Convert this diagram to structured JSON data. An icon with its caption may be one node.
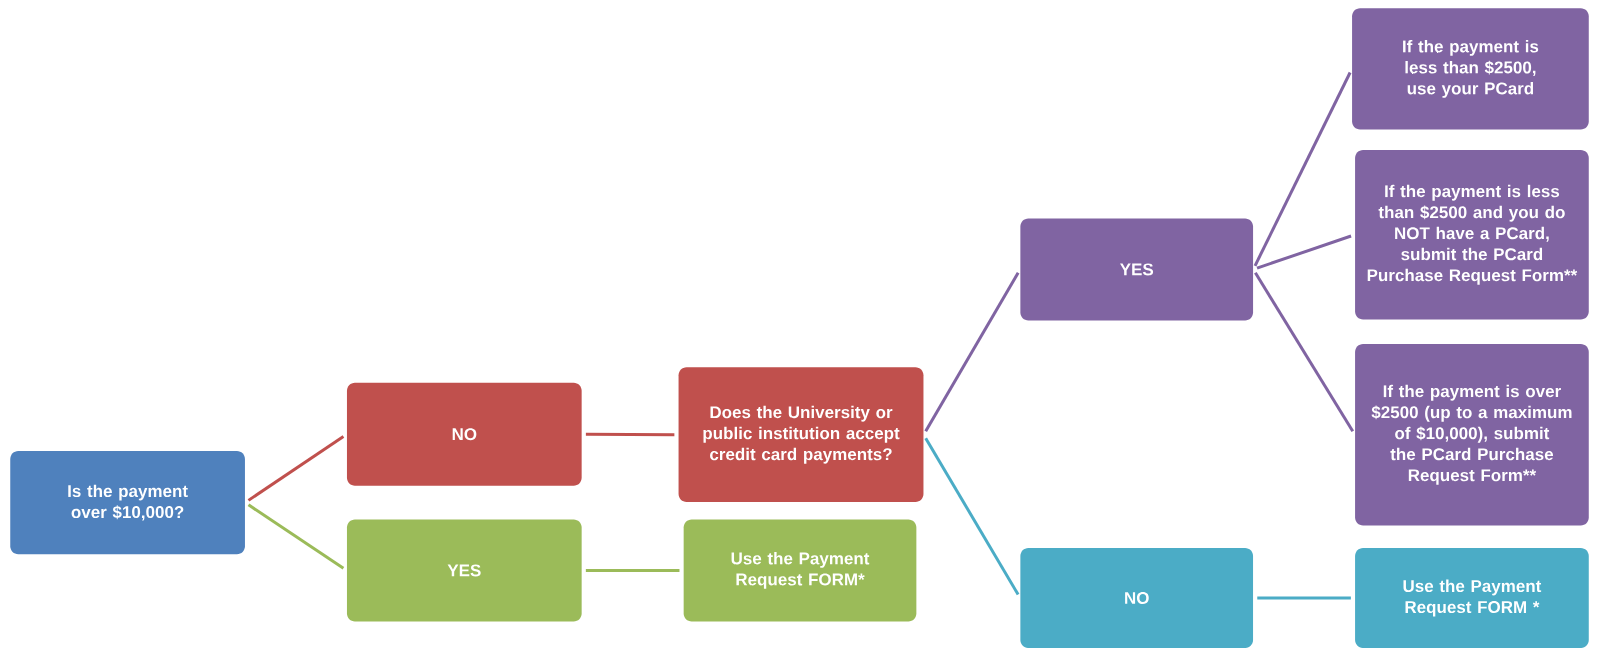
{
  "diagram": {
    "nodes": [
      {
        "text": [
          "Is the payment over $10,000?"
        ]
      },
      {
        "text": [
          "NO"
        ]
      },
      {
        "text": [
          "YES"
        ]
      },
      {
        "text": [
          "Does the University or public institution accept credit card payments?"
        ]
      },
      {
        "text": [
          "Use the Payment Request FORM*"
        ]
      },
      {
        "text": [
          "YES"
        ]
      },
      {
        "text": [
          "NO"
        ]
      },
      {
        "text": [
          "If the payment is less than $2500, use your PCard"
        ]
      },
      {
        "text": [
          "If the payment is less than $2500 and you do NOT have a PCard, submit the PCard Purchase Request Form**"
        ]
      },
      {
        "text": [
          "If the payment is over $2500 (up to a maximum of $10,000), submit the PCard Purchase Request Form**"
        ]
      },
      {
        "text": [
          "Use the Payment Request FORM *"
        ]
      }
    ],
    "edges": [
      {
        "from": 0,
        "to": 1,
        "arrow": "none",
        "color": "#c0504d"
      },
      {
        "from": 0,
        "to": 2,
        "arrow": "none",
        "color": "#9bbb59"
      },
      {
        "from": 1,
        "to": 3,
        "arrow": "none",
        "color": "#c0504d"
      },
      {
        "from": 2,
        "to": 4,
        "arrow": "none",
        "color": "#9bbb59"
      },
      {
        "from": 3,
        "to": 5,
        "arrow": "none",
        "color": "#8064a2"
      },
      {
        "from": 3,
        "to": 6,
        "arrow": "none",
        "color": "#4bacc6"
      },
      {
        "from": 5,
        "to": 7,
        "arrow": "none",
        "color": "#8064a2"
      },
      {
        "from": 5,
        "to": 8,
        "arrow": "none",
        "color": "#8064a2"
      },
      {
        "from": 5,
        "to": 9,
        "arrow": "none",
        "color": "#8064a2"
      },
      {
        "from": 6,
        "to": 10,
        "arrow": "none",
        "color": "#4bacc6"
      }
    ]
  }
}
